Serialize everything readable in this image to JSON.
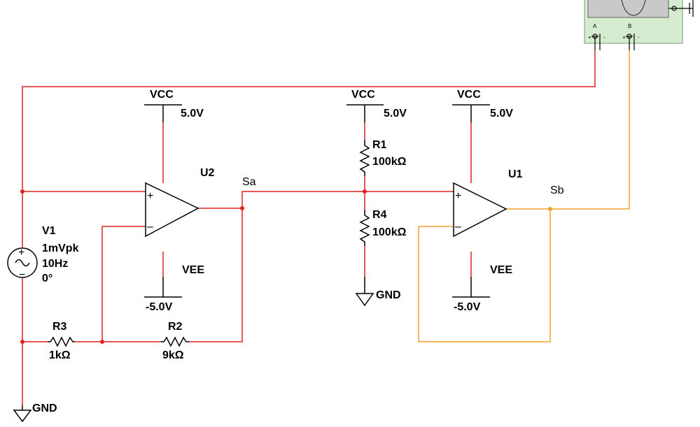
{
  "colors": {
    "wire_red": "#e0201e",
    "wire_orange": "#f5a02a",
    "wire_black": "#000000",
    "scope_bg": "#d5ecd0",
    "scope_screen": "#c9c9c9"
  },
  "scope": {
    "channel_a": "A",
    "channel_b": "B",
    "sign_plus": "+",
    "sign_minus": "-"
  },
  "vcc_left": {
    "name": "VCC",
    "value": "5.0V"
  },
  "vcc_mid": {
    "name": "VCC",
    "value": "5.0V"
  },
  "vcc_right": {
    "name": "VCC",
    "value": "5.0V"
  },
  "vee_left": {
    "name": "VEE",
    "value": "-5.0V"
  },
  "vee_right": {
    "name": "VEE",
    "value": "-5.0V"
  },
  "u2": {
    "name": "U2",
    "plus": "+",
    "minus": "–"
  },
  "u1": {
    "name": "U1",
    "plus": "+",
    "minus": "–"
  },
  "net_sa": "Sa",
  "net_sb": "Sb",
  "r1": {
    "name": "R1",
    "value": "100kΩ"
  },
  "r4": {
    "name": "R4",
    "value": "100kΩ"
  },
  "r3": {
    "name": "R3",
    "value": "1kΩ"
  },
  "r2": {
    "name": "R2",
    "value": "9kΩ"
  },
  "v1": {
    "name": "V1",
    "amplitude": "1mVpk",
    "frequency": "10Hz",
    "phase": "0°",
    "plus": "+",
    "minus": "−"
  },
  "gnd_mid": "GND",
  "gnd_left": "GND"
}
